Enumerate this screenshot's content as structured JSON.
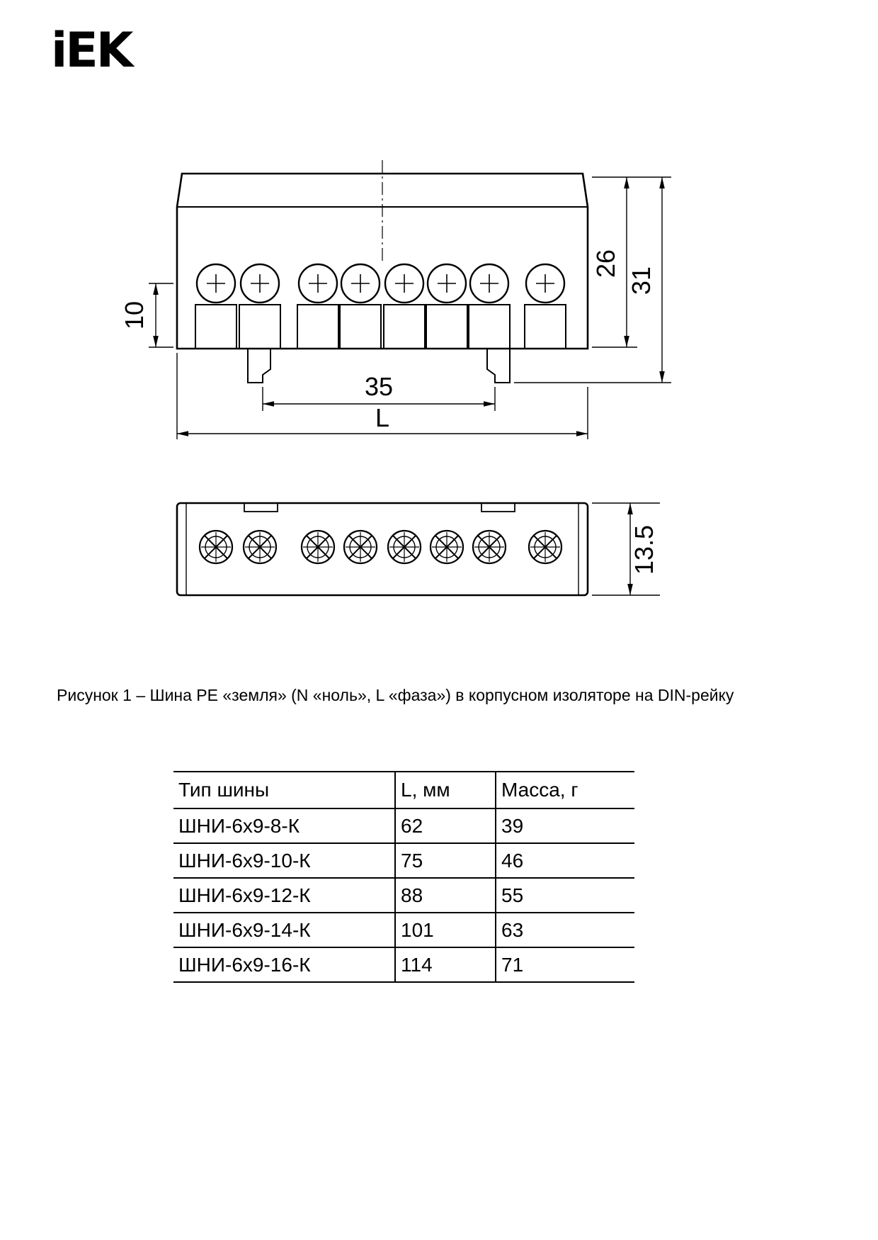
{
  "logo": {
    "text": "iEK"
  },
  "drawing": {
    "dims": {
      "d10": "10",
      "d26": "26",
      "d31": "31",
      "d35": "35",
      "dL": "L",
      "d13_5": "13.5"
    }
  },
  "caption": "Рисунок 1 – Шина PE «земля» (N «ноль», L «фаза») в корпусном изоляторе на DIN-рейку",
  "table": {
    "headers": [
      "Тип шины",
      "L, мм",
      "Масса, г"
    ],
    "rows": [
      [
        "ШНИ-6х9-8-К",
        "62",
        "39"
      ],
      [
        "ШНИ-6х9-10-К",
        "75",
        "46"
      ],
      [
        "ШНИ-6х9-12-К",
        "88",
        "55"
      ],
      [
        "ШНИ-6х9-14-К",
        "101",
        "63"
      ],
      [
        "ШНИ-6х9-16-К",
        "114",
        "71"
      ]
    ]
  }
}
